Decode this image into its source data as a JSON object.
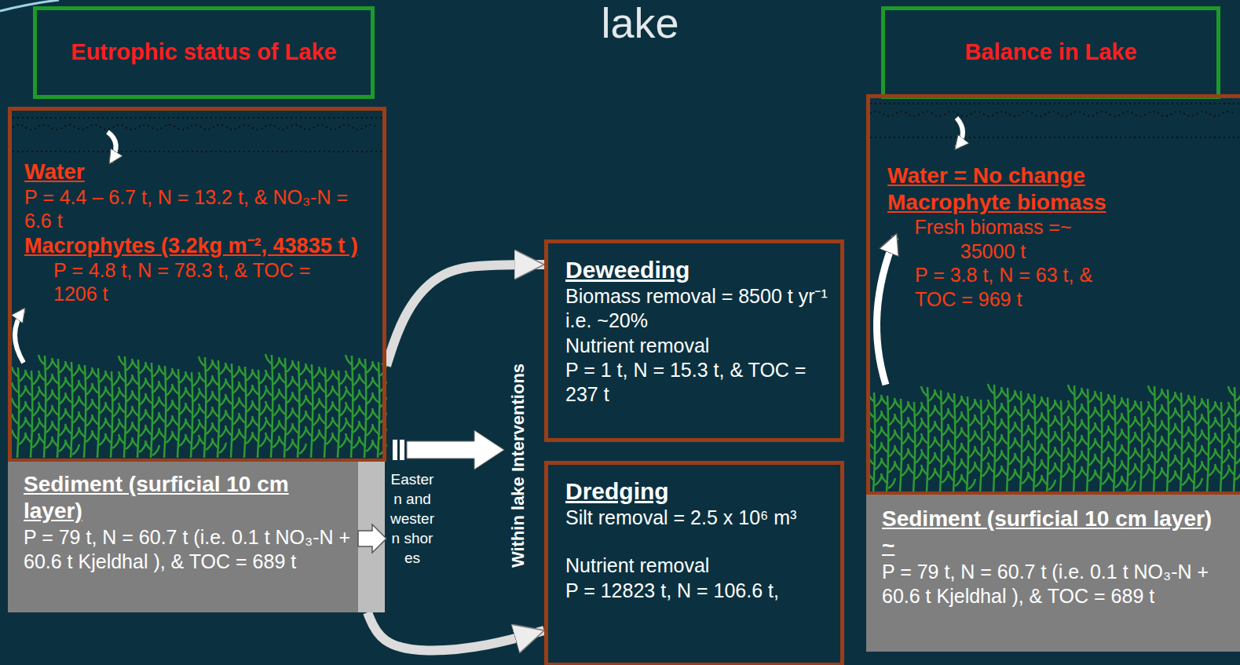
{
  "diagram": {
    "title": "lake",
    "nodes": [
      {
        "text": [
          "Eutrophic status of Lake"
        ]
      },
      {
        "text": [
          "Water",
          "P = 4.4 – 6.7 t, N = 13.2 t, &  NO₃-N = 6.6 t",
          "Macrophytes (3.2kg m⁻², 43835 t )",
          "P = 4.8 t, N = 78.3 t, & TOC = 1206 t"
        ]
      },
      {
        "text": [
          "Sediment (surficial 10 cm layer)",
          "P = 79 t, N = 60.7 t (i.e. 0.1 t NO₃-N + 60.6 t Kjeldhal ), & TOC = 689 t"
        ]
      },
      {
        "text": [
          "Deweeding",
          "Biomass removal = 8500 t yr⁻¹ i.e. ~20%",
          "Nutrient removal",
          "P = 1 t, N = 15.3 t, & TOC = 237 t"
        ]
      },
      {
        "text": [
          "Dredging",
          "Silt removal = 2.5 x 10⁶ m³",
          "Nutrient removal",
          "P = 12823 t, N = 106.6 t,"
        ]
      },
      {
        "text": [
          "Balance in Lake"
        ]
      },
      {
        "text": [
          "Water = No change",
          "Macrophyte biomass",
          "Fresh biomass =~ 35000 t",
          "P = 3.8 t, N = 63 t, & TOC = 969 t"
        ]
      },
      {
        "text": [
          "Sediment (surficial 10 cm layer) ~",
          "P = 79 t, N = 60.7 t (i.e. 0.1 t NO₃-N + 60.6 t Kjeldhal ), & TOC = 689 t"
        ]
      }
    ],
    "edges": [
      {
        "from": 1,
        "to": 3,
        "arrow": "to"
      },
      {
        "from": 2,
        "to": 4,
        "arrow": "to"
      }
    ],
    "labels": [
      "Eastern and western shores",
      "Within lake Interventions"
    ]
  }
}
